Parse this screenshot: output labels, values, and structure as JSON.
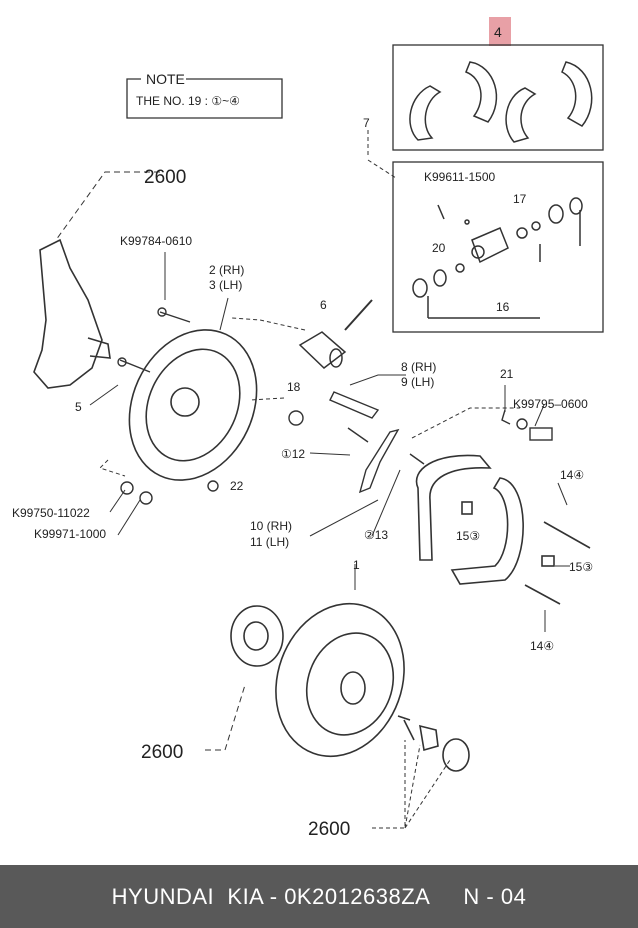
{
  "note": {
    "heading": "NOTE",
    "text": "THE NO. 19 : ①~④"
  },
  "callouts": {
    "kit": "4",
    "p7": "7",
    "k99611": "K99611-1500",
    "p17": "17",
    "p20": "20",
    "p16": "16",
    "p6": "6",
    "k99784": "K99784-0610",
    "p2rh": "2 (RH)",
    "p3lh": "3 (LH)",
    "p2600a": "2600",
    "p5": "5",
    "p18": "18",
    "p8rh": "8 (RH)",
    "p9lh": "9 (LH)",
    "p21": "21",
    "k99795": "K99795–0600",
    "p12": "①12",
    "p22": "22",
    "k99750": "K99750-11022",
    "k99971": "K99971-1000",
    "p10rh": "10 (RH)",
    "p11lh": "11 (LH)",
    "p13": "②13",
    "p14a": "14④",
    "p15a": "15③",
    "p15b": "15③",
    "p14b": "14④",
    "p1": "1",
    "p2600b": "2600",
    "p2600c": "2600"
  },
  "footer": {
    "brand": "HYUNDAI  KIA - 0K2012638ZA",
    "page": "N - 04"
  }
}
